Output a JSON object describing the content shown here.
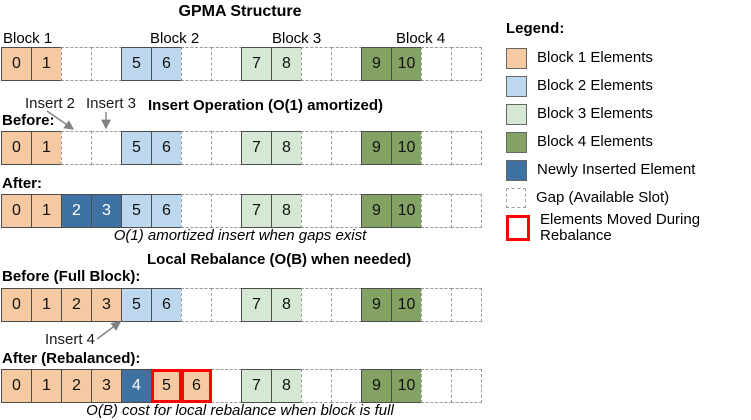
{
  "titles": {
    "main": "GPMA Structure",
    "insert": "Insert Operation (O(1) amortized)",
    "rebalance": "Local Rebalance (O(B) when needed)"
  },
  "captions": {
    "insert": "O(1) amortized insert when gaps exist",
    "rebalance": "O(B) cost for local rebalance when block is full"
  },
  "block_labels": {
    "b1": "Block 1",
    "b2": "Block 2",
    "b3": "Block 3",
    "b4": "Block 4"
  },
  "row_labels": {
    "insert_before": "Before:",
    "insert_after": "After:",
    "rebalance_before": "Before (Full Block):",
    "rebalance_after": "After (Rebalanced):"
  },
  "annotations": {
    "insert2": "Insert 2",
    "insert3": "Insert 3",
    "insert4": "Insert 4"
  },
  "colors": {
    "block1": "#F5C9A2",
    "block2": "#BDD7EE",
    "block3": "#D5E8D4",
    "block4": "#83A264",
    "new": "#3E72A3",
    "gap_fill": "#FFFFFF",
    "cell_border": "#4D4D4D",
    "gap_border": "#9B9B9B",
    "moved_border": "#FF0000",
    "arrow": "#808080"
  },
  "rows": {
    "gpma": [
      {
        "v": "0",
        "t": "block1"
      },
      {
        "v": "1",
        "t": "block1"
      },
      {
        "t": "gap"
      },
      {
        "t": "gap"
      },
      {
        "v": "5",
        "t": "block2"
      },
      {
        "v": "6",
        "t": "block2"
      },
      {
        "t": "gap"
      },
      {
        "t": "gap"
      },
      {
        "v": "7",
        "t": "block3"
      },
      {
        "v": "8",
        "t": "block3"
      },
      {
        "t": "gap"
      },
      {
        "t": "gap"
      },
      {
        "v": "9",
        "t": "block4"
      },
      {
        "v": "10",
        "t": "block4"
      },
      {
        "t": "gap"
      },
      {
        "t": "gap"
      }
    ],
    "insert_before": [
      {
        "v": "0",
        "t": "block1"
      },
      {
        "v": "1",
        "t": "block1"
      },
      {
        "t": "gap"
      },
      {
        "t": "gap"
      },
      {
        "v": "5",
        "t": "block2"
      },
      {
        "v": "6",
        "t": "block2"
      },
      {
        "t": "gap"
      },
      {
        "t": "gap"
      },
      {
        "v": "7",
        "t": "block3"
      },
      {
        "v": "8",
        "t": "block3"
      },
      {
        "t": "gap"
      },
      {
        "t": "gap"
      },
      {
        "v": "9",
        "t": "block4"
      },
      {
        "v": "10",
        "t": "block4"
      },
      {
        "t": "gap"
      },
      {
        "t": "gap"
      }
    ],
    "insert_after": [
      {
        "v": "0",
        "t": "block1"
      },
      {
        "v": "1",
        "t": "block1"
      },
      {
        "v": "2",
        "t": "new"
      },
      {
        "v": "3",
        "t": "new"
      },
      {
        "v": "5",
        "t": "block2"
      },
      {
        "v": "6",
        "t": "block2"
      },
      {
        "t": "gap"
      },
      {
        "t": "gap"
      },
      {
        "v": "7",
        "t": "block3"
      },
      {
        "v": "8",
        "t": "block3"
      },
      {
        "t": "gap"
      },
      {
        "t": "gap"
      },
      {
        "v": "9",
        "t": "block4"
      },
      {
        "v": "10",
        "t": "block4"
      },
      {
        "t": "gap"
      },
      {
        "t": "gap"
      }
    ],
    "rebalance_before": [
      {
        "v": "0",
        "t": "block1"
      },
      {
        "v": "1",
        "t": "block1"
      },
      {
        "v": "2",
        "t": "block1"
      },
      {
        "v": "3",
        "t": "block1"
      },
      {
        "v": "5",
        "t": "block2"
      },
      {
        "v": "6",
        "t": "block2"
      },
      {
        "t": "gap"
      },
      {
        "t": "gap"
      },
      {
        "v": "7",
        "t": "block3"
      },
      {
        "v": "8",
        "t": "block3"
      },
      {
        "t": "gap"
      },
      {
        "t": "gap"
      },
      {
        "v": "9",
        "t": "block4"
      },
      {
        "v": "10",
        "t": "block4"
      },
      {
        "t": "gap"
      },
      {
        "t": "gap"
      }
    ],
    "rebalance_after": [
      {
        "v": "0",
        "t": "block1"
      },
      {
        "v": "1",
        "t": "block1"
      },
      {
        "v": "2",
        "t": "block1"
      },
      {
        "v": "3",
        "t": "block1"
      },
      {
        "v": "4",
        "t": "new"
      },
      {
        "v": "5",
        "t": "moved"
      },
      {
        "v": "6",
        "t": "moved"
      },
      {
        "t": "gap"
      },
      {
        "v": "7",
        "t": "block3"
      },
      {
        "v": "8",
        "t": "block3"
      },
      {
        "t": "gap"
      },
      {
        "t": "gap"
      },
      {
        "v": "9",
        "t": "block4"
      },
      {
        "v": "10",
        "t": "block4"
      },
      {
        "t": "gap"
      },
      {
        "t": "gap"
      }
    ]
  },
  "legend": {
    "title": "Legend:",
    "items": [
      {
        "type": "block1",
        "label": "Block 1 Elements"
      },
      {
        "type": "block2",
        "label": "Block 2 Elements"
      },
      {
        "type": "block3",
        "label": "Block 3 Elements"
      },
      {
        "type": "block4",
        "label": "Block 4 Elements"
      },
      {
        "type": "new",
        "label": "Newly Inserted Element"
      },
      {
        "type": "gap",
        "label": "Gap (Available Slot)"
      },
      {
        "type": "moved",
        "label": "Elements Moved During Rebalance"
      }
    ]
  }
}
